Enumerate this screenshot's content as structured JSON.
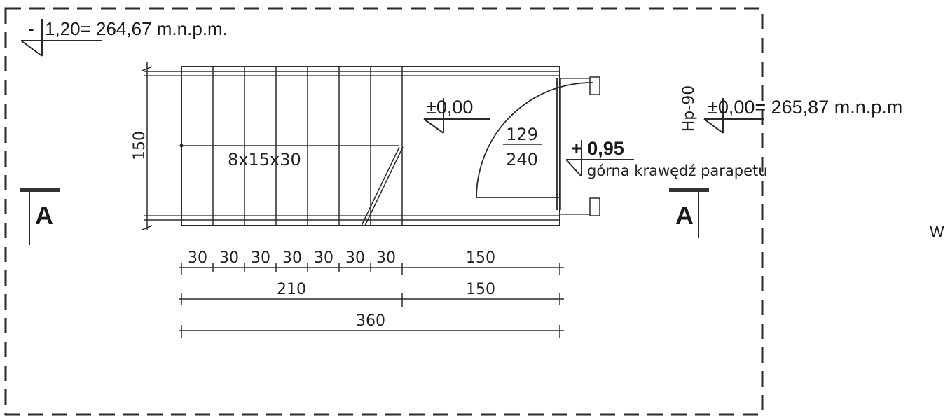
{
  "levels": {
    "top_left": {
      "sign": "-",
      "value": "1,20= 264,67 m.n.p.m."
    },
    "landing": {
      "value": "±0,00"
    },
    "right": {
      "value": "±0,00= 265,87 m.n.p.m"
    },
    "sill": {
      "value": "+ 0,95",
      "note": "górna krawędź parapetu"
    }
  },
  "stair_label": "8x15x30",
  "window_label": "Hp-90",
  "door": {
    "width": "129",
    "height": "240"
  },
  "section_marker": "A",
  "side_text": "W",
  "dimensions": {
    "height_left": "150",
    "row1": [
      "30",
      "30",
      "30",
      "30",
      "30",
      "30",
      "30",
      "150"
    ],
    "row2": [
      "210",
      "150"
    ],
    "row3": [
      "360"
    ]
  },
  "colors": {
    "ink": "#222222",
    "background": "#ffffff"
  }
}
